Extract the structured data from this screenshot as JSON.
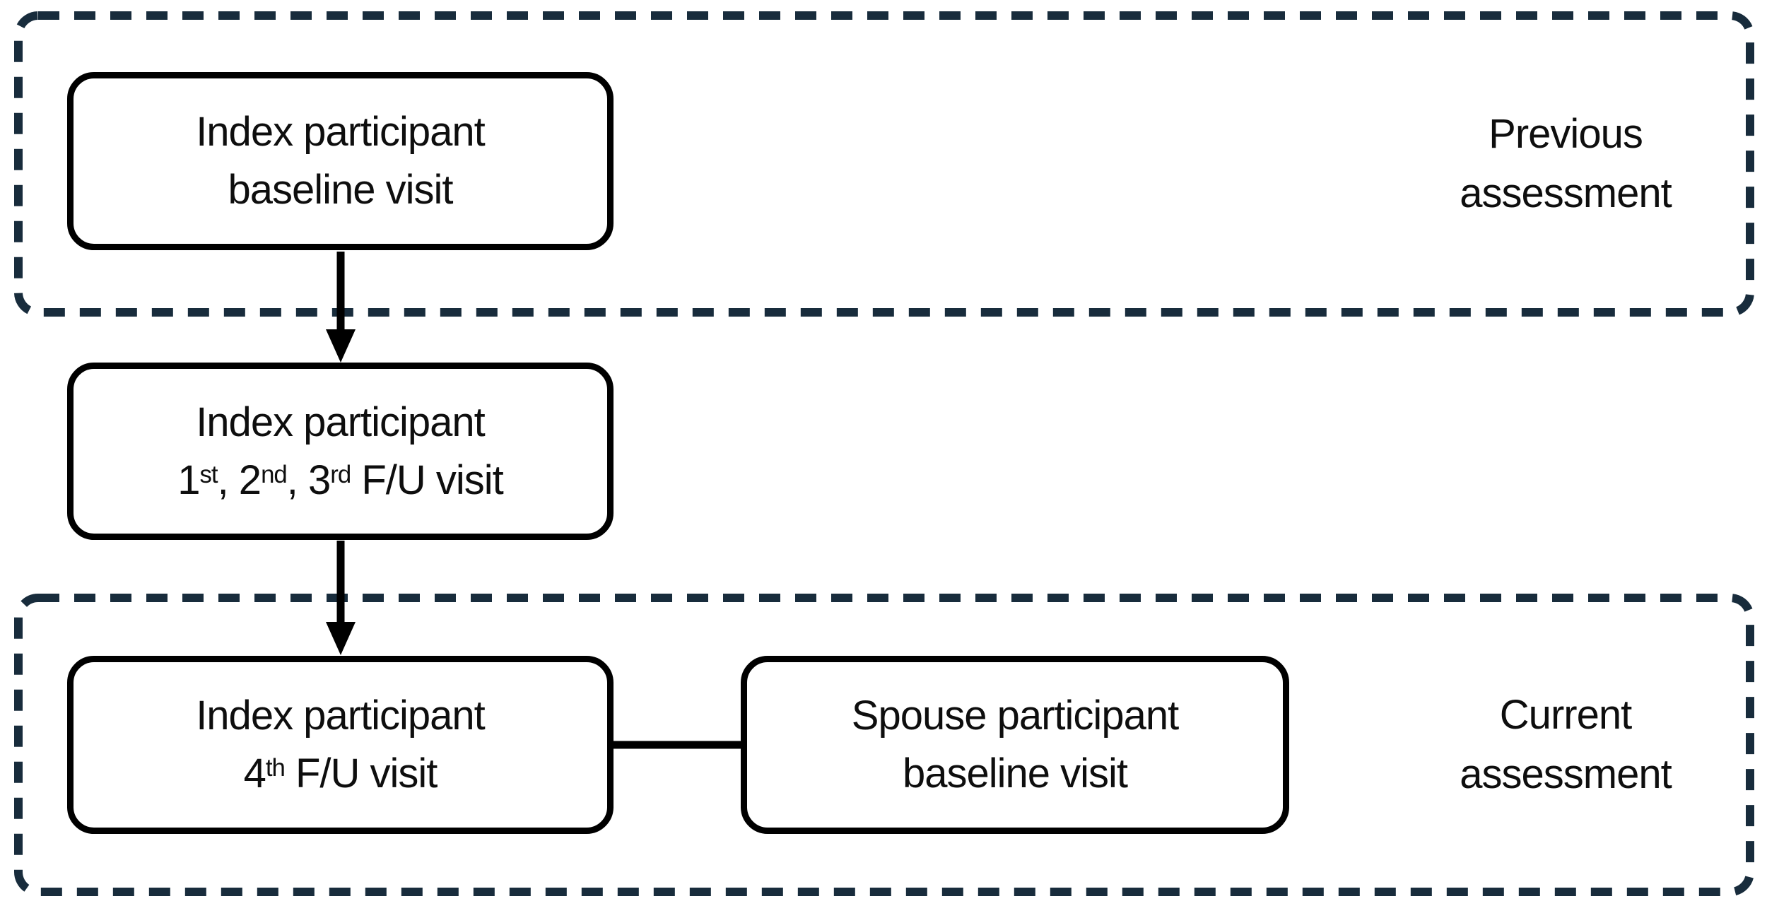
{
  "figure": {
    "background_color": "#ffffff",
    "node_border_color": "#000000",
    "node_fill_color": "#ffffff",
    "region_border_color": "#182c3c",
    "arrow_color": "#000000",
    "text_color": "#0e0e0e"
  },
  "regions": {
    "previous": {
      "line1": "Previous",
      "line2": "assessment"
    },
    "current": {
      "line1": "Current",
      "line2": "assessment"
    }
  },
  "nodes": {
    "index_baseline": {
      "line1": "Index participant",
      "line2": "baseline visit"
    },
    "index_followup123": {
      "line1": "Index participant",
      "line2": "1^{st}, 2^{nd}, 3^{rd} F/U visit"
    },
    "index_followup4": {
      "line1": "Index participant",
      "line2": "4^{th} F/U visit"
    },
    "spouse_baseline": {
      "line1": "Spouse participant",
      "line2": "baseline visit"
    }
  },
  "edges": [
    {
      "from": "index_baseline",
      "to": "index_followup123",
      "type": "arrow"
    },
    {
      "from": "index_followup123",
      "to": "index_followup4",
      "type": "arrow"
    },
    {
      "from": "index_followup4",
      "to": "spouse_baseline",
      "type": "line"
    }
  ]
}
